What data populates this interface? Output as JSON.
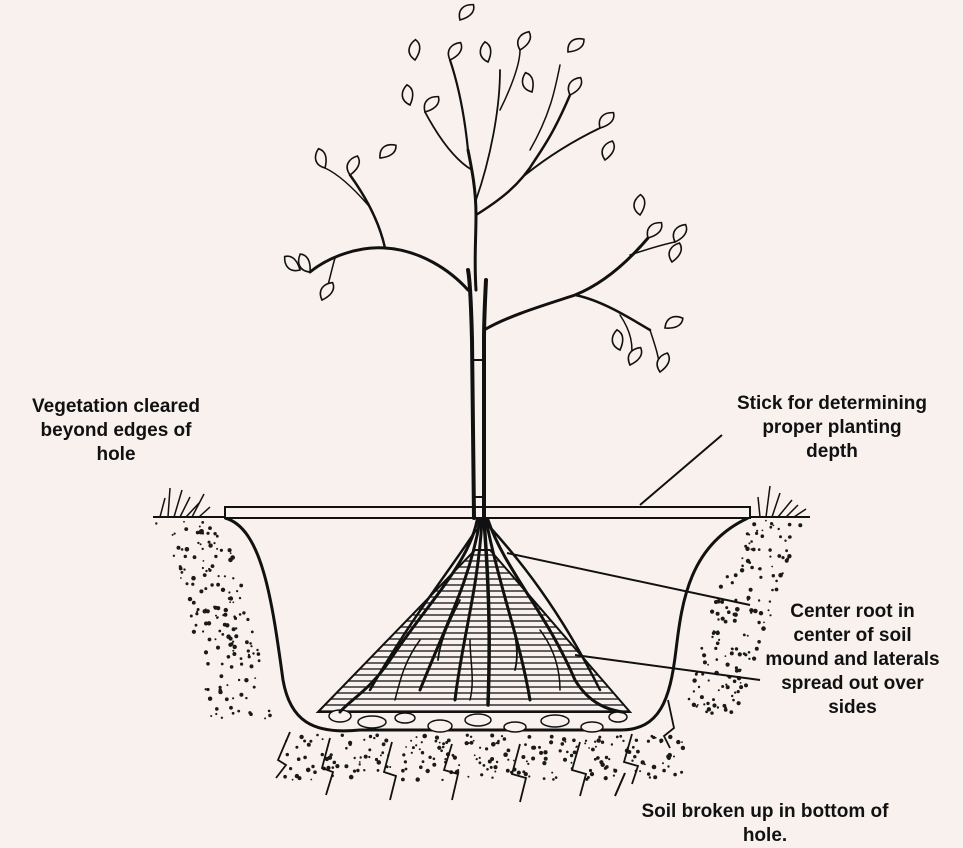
{
  "labels": {
    "vegetation": [
      "Vegetation cleared",
      "beyond edges of",
      "hole"
    ],
    "stick": [
      "Stick for determining",
      "proper planting",
      "depth"
    ],
    "center_root": [
      "Center root in",
      "center of soil",
      "mound and laterals",
      "spread out over",
      "sides"
    ],
    "soil": [
      "Soil broken up in bottom of",
      "hole."
    ]
  },
  "colors": {
    "background": "#f8f1ee",
    "ink": "#111111"
  }
}
